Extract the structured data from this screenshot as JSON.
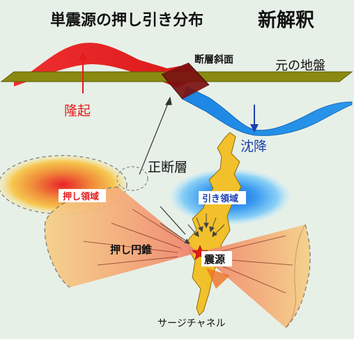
{
  "title": "単震源の押し引き分布",
  "subtitle": "新解釈",
  "labels": {
    "fault_slope": "断層斜面",
    "original_ground": "元の地盤",
    "uplift": "隆起",
    "subsidence": "沈降",
    "normal_fault": "正断層",
    "push_region": "押し領域",
    "pull_region": "引き領域",
    "push_cone": "押し円錐",
    "hypocenter": "震源",
    "surge_channel": "サージチャネル"
  },
  "colors": {
    "background": "#e7f0e7",
    "uplift": "#e8222a",
    "subsidence": "#1e8ce6",
    "ground": "#8b8a10",
    "fault_slope": "#7a1010",
    "channel": "#f2c02a",
    "push_cone": "#ef8c6c",
    "hypocenter_star": "#e51a1a"
  },
  "icons": {
    "hypocenter": "star-icon"
  }
}
